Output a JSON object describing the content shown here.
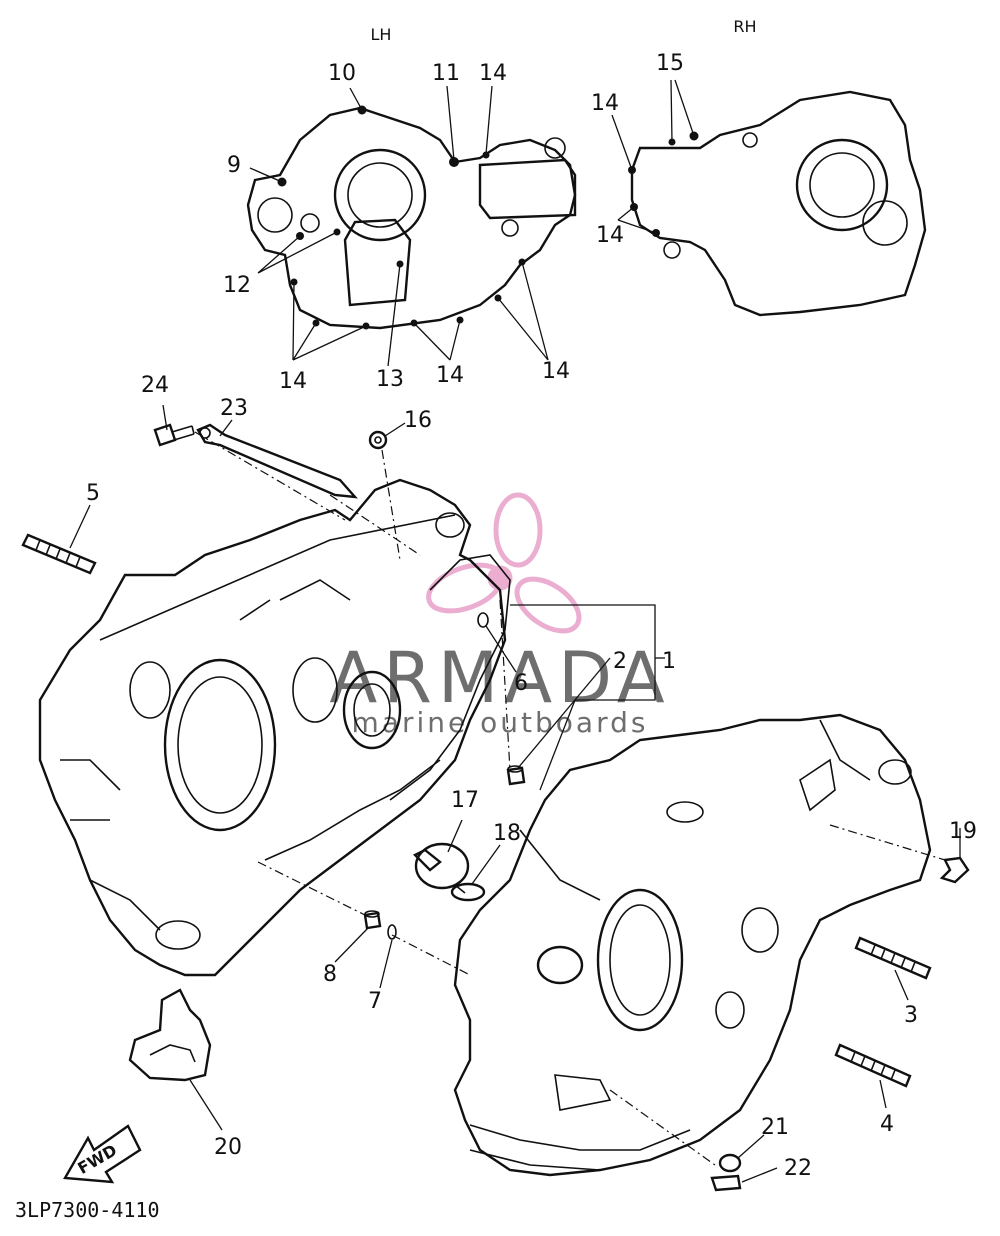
{
  "sides": {
    "lh": "LH",
    "rh": "RH"
  },
  "callouts": {
    "c1": "1",
    "c2": "2",
    "c3": "3",
    "c4": "4",
    "c5": "5",
    "c6": "6",
    "c7": "7",
    "c8": "8",
    "c9": "9",
    "c10": "10",
    "c11": "11",
    "c12": "12",
    "c13": "13",
    "c14": "14",
    "c15": "15",
    "c16": "16",
    "c17": "17",
    "c18": "18",
    "c19": "19",
    "c20": "20",
    "c21": "21",
    "c22": "22",
    "c23": "23",
    "c24": "24"
  },
  "part_number": "3LP7300-4110",
  "fwd_label": "FWD",
  "watermark": {
    "brand": "ARMADA",
    "tagline": "marine outboards",
    "logo": "propeller-logo",
    "color": "#e8a0c8",
    "text_color": "#555555"
  }
}
